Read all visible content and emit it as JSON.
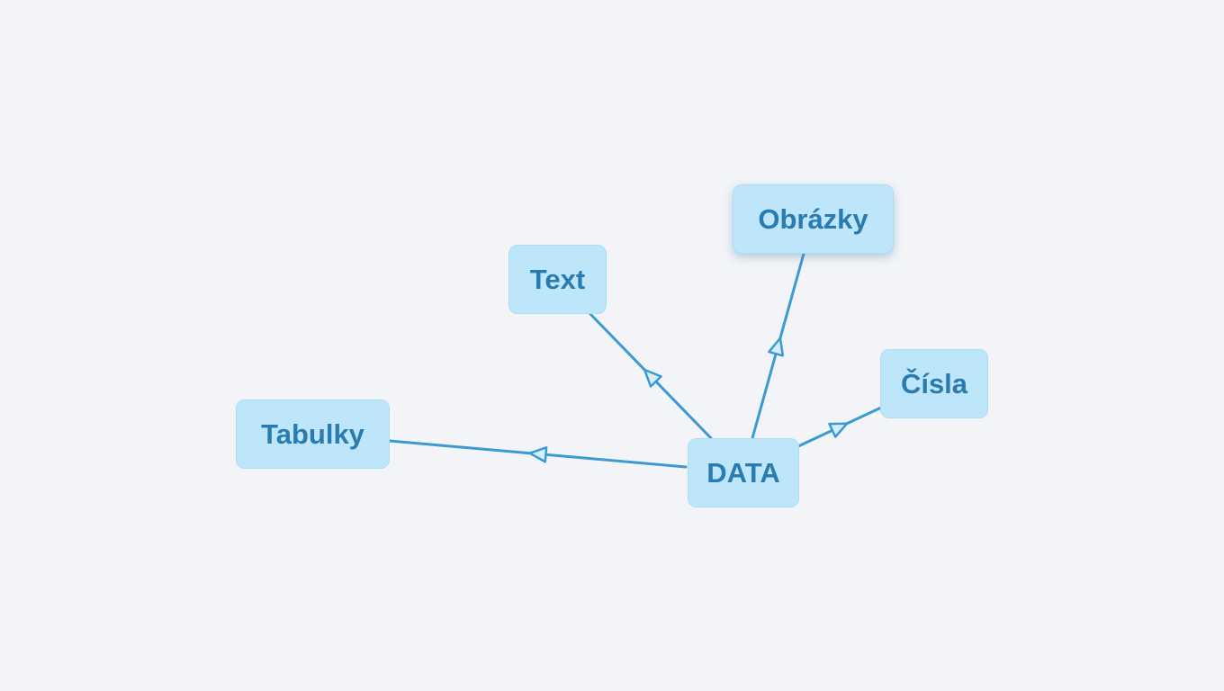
{
  "diagram": {
    "root": {
      "id": "data",
      "label": "DATA"
    },
    "children": [
      {
        "id": "tabulky",
        "label": "Tabulky"
      },
      {
        "id": "text",
        "label": "Text"
      },
      {
        "id": "obrazky",
        "label": "Obrázky"
      },
      {
        "id": "cisla",
        "label": "Čísla"
      }
    ],
    "edges": [
      {
        "from": "data",
        "to": "tabulky"
      },
      {
        "from": "data",
        "to": "text"
      },
      {
        "from": "data",
        "to": "obrazky"
      },
      {
        "from": "data",
        "to": "cisla"
      }
    ],
    "selected_node": "obrazky"
  },
  "colors": {
    "background": "#f2f4f7",
    "node_fill": "#bde6fb",
    "node_text": "#2a7bb0",
    "edge": "#3a9bd2"
  }
}
